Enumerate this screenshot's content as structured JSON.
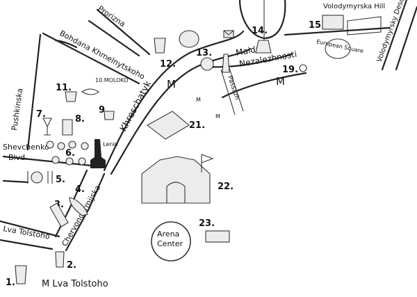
{
  "streets": {
    "prorizna": "Prorizna",
    "bohdana": "Bohdana Khmelnytskoho",
    "pushkinska": "Pushkinska",
    "khreschatyk": "Khreschatyk",
    "shevchenko_1": "Shevchenko",
    "shevchenko_2": "Blvd.",
    "chervonoarmijska": "Chervonoarmijska",
    "lva_tolstoho_street": "Lva Tolstoho",
    "passazh": "Passazh",
    "maidan_1": "Maidan",
    "maidan_2": "Nezalezhnosti",
    "volodymyrska_hill": "Volodymyrska Hill",
    "european_square": "European Square",
    "volodymyrsky_descent": "Volodymyrsky Descent"
  },
  "places": {
    "molodo": "10.MOLOKO",
    "lenin": "Lenin",
    "arena_1": "Arena",
    "arena_2": "Center",
    "legend_metro": "M Lva Tolstoho"
  },
  "numbers": [
    "1.",
    "2.",
    "3.",
    "4.",
    "5.",
    "6.",
    "7.",
    "8.",
    "9.",
    "11.",
    "12.",
    "13.",
    "14.",
    "15.",
    "19.",
    "21.",
    "22.",
    "23."
  ],
  "metro_symbol": "M"
}
